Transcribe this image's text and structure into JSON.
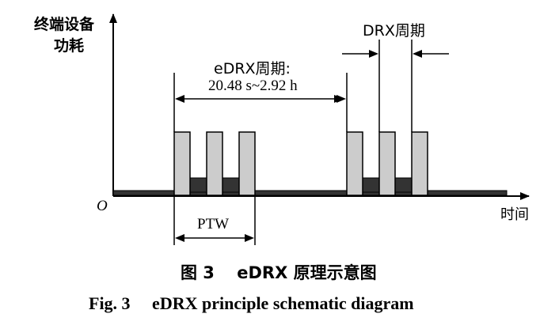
{
  "diagram": {
    "y_axis_label_line1": "终端设备",
    "y_axis_label_line2": "功耗",
    "x_axis_label": "时间",
    "origin_label": "O",
    "edrx_label_line1": "eDRX周期:",
    "edrx_label_line2": "20.48 s~2.92 h",
    "drx_label": "DRX周期",
    "ptw_label": "PTW",
    "colors": {
      "line": "#000000",
      "pulse_fill": "#cccccc",
      "low_power_fill": "#333333"
    }
  },
  "caption": {
    "cn": "图 3　 eDRX 原理示意图",
    "en": "Fig. 3　 eDRX principle schematic diagram"
  }
}
